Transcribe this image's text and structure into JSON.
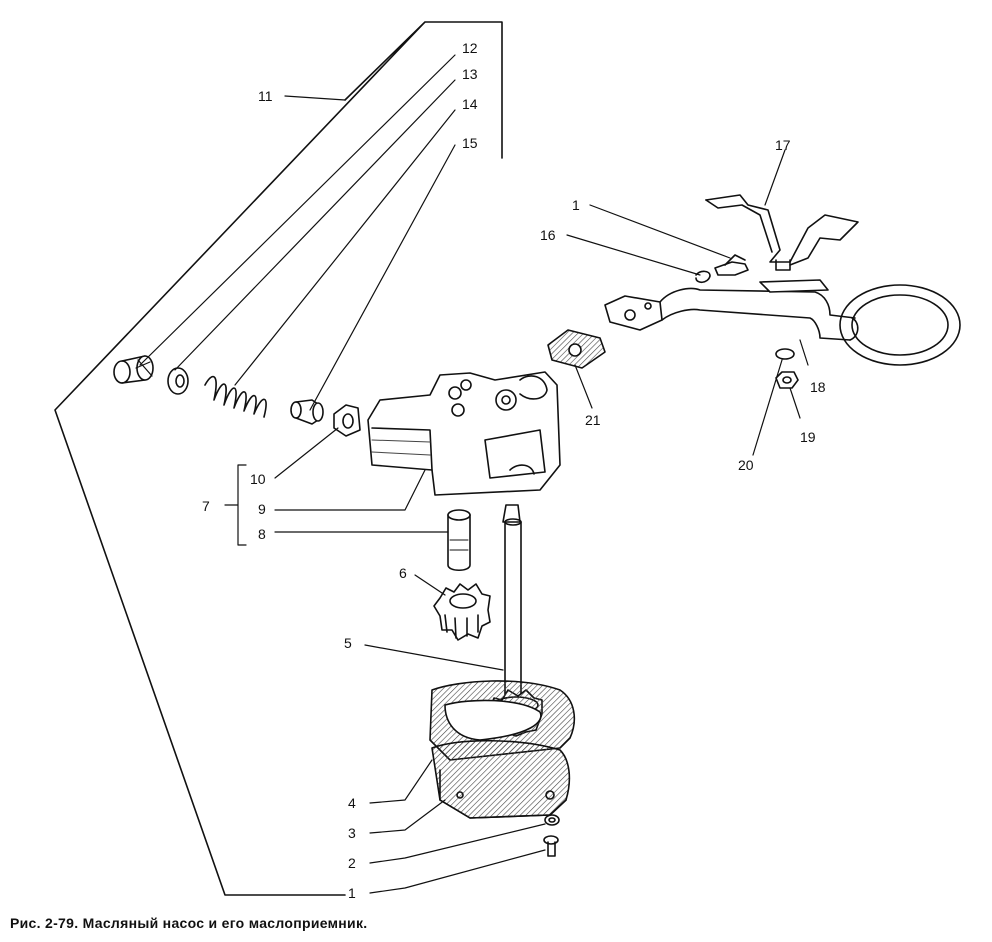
{
  "caption": "Рис. 2-79. Масляный насос и его маслоприемник.",
  "callouts": {
    "c1_top": "1",
    "c16": "16",
    "c17": "17",
    "c18": "18",
    "c19": "19",
    "c20": "20",
    "c21": "21",
    "c11": "11",
    "c12": "12",
    "c13": "13",
    "c14": "14",
    "c15": "15",
    "c10": "10",
    "c7": "7",
    "c9": "9",
    "c8": "8",
    "c6": "6",
    "c5": "5",
    "c4": "4",
    "c3": "3",
    "c2": "2",
    "c1_bottom": "1"
  },
  "colors": {
    "ink": "#111111",
    "paper": "#ffffff",
    "hatch": "#444444"
  }
}
